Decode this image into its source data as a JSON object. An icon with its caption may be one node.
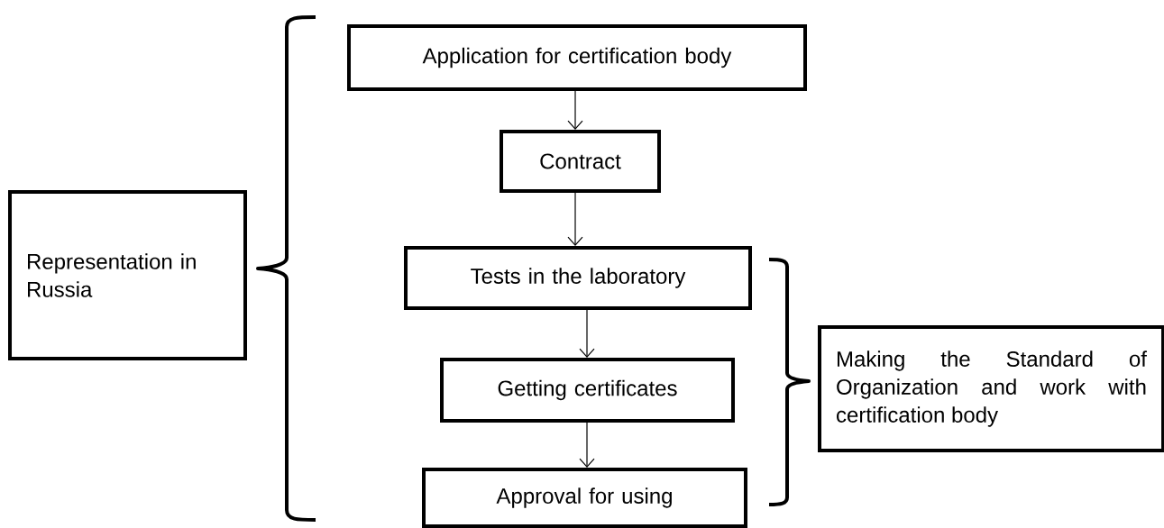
{
  "diagram": {
    "nodes": [
      {
        "text": [
          "Representation in Russia"
        ]
      },
      {
        "text": [
          "Application for certification body"
        ]
      },
      {
        "text": [
          "Contract"
        ]
      },
      {
        "text": [
          "Tests in the laboratory"
        ]
      },
      {
        "text": [
          "Getting certificates"
        ]
      },
      {
        "text": [
          "Approval for using"
        ]
      },
      {
        "text": [
          "Making the Standard of Organization and work with certification body"
        ]
      }
    ],
    "edges": [
      {
        "from": 1,
        "to": 2,
        "arrow": "to"
      },
      {
        "from": 2,
        "to": 3,
        "arrow": "to"
      },
      {
        "from": 3,
        "to": 4,
        "arrow": "to"
      },
      {
        "from": 4,
        "to": 5,
        "arrow": "to"
      }
    ]
  }
}
